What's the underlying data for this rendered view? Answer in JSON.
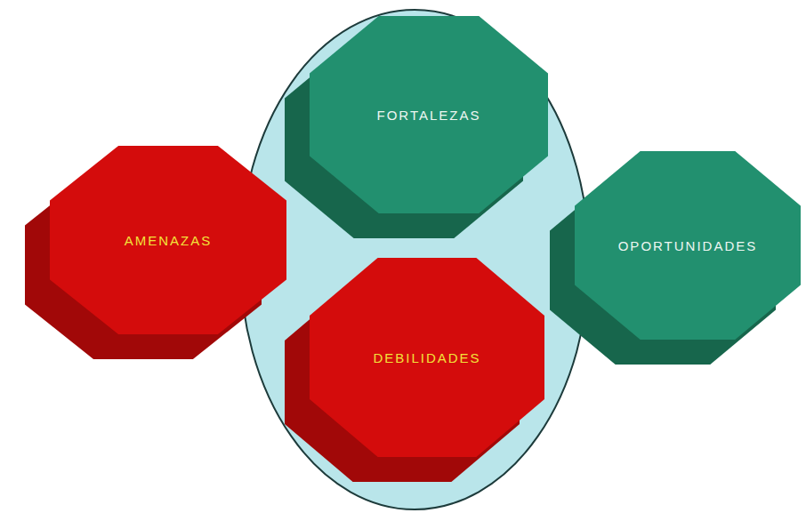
{
  "diagram": {
    "nodes": [
      {
        "text": [
          "FORTALEZAS"
        ]
      },
      {
        "text": [
          "AMENAZAS"
        ]
      },
      {
        "text": [
          "OPORTUNIDADES"
        ]
      },
      {
        "text": [
          "DEBILIDADES"
        ]
      }
    ]
  }
}
